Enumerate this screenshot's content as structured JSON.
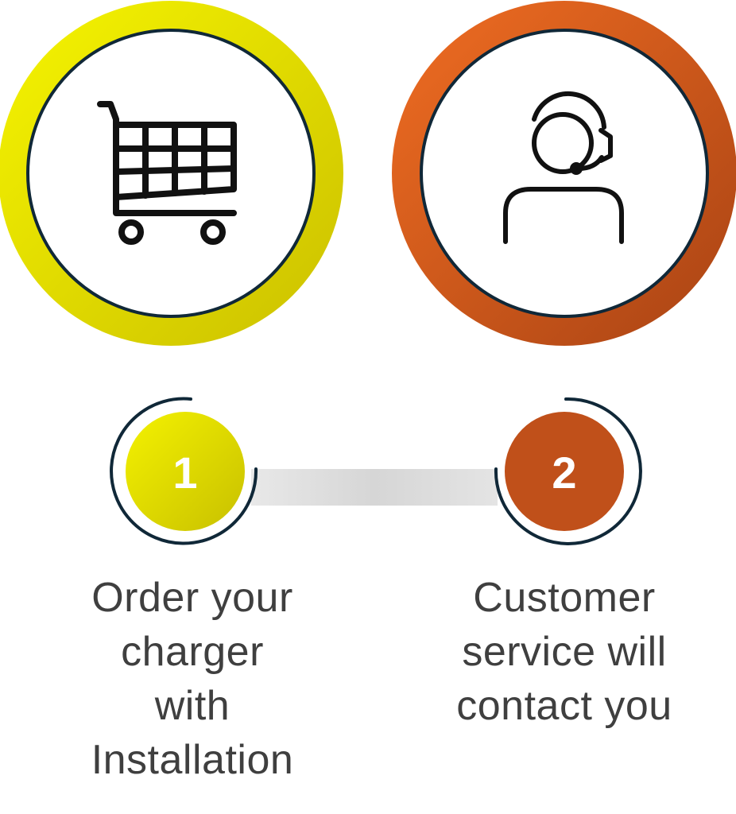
{
  "colors": {
    "step1_accent_light": "#f3f200",
    "step1_accent_dark": "#cfc400",
    "step2_accent_light": "#ee6a22",
    "step2_accent_dark": "#b24815",
    "step2_badge": "#c0501a",
    "ring_border": "#102838",
    "connector": "#d9d9d9",
    "icon": "#111111",
    "label_text": "#3f3f3f"
  },
  "steps": [
    {
      "number": "1",
      "icon": "shopping-cart-icon",
      "label_lines": [
        "Order your",
        "charger",
        "with",
        "Installation"
      ]
    },
    {
      "number": "2",
      "icon": "headset-agent-icon",
      "label_lines": [
        "Customer",
        "service will",
        "contact you"
      ]
    }
  ]
}
